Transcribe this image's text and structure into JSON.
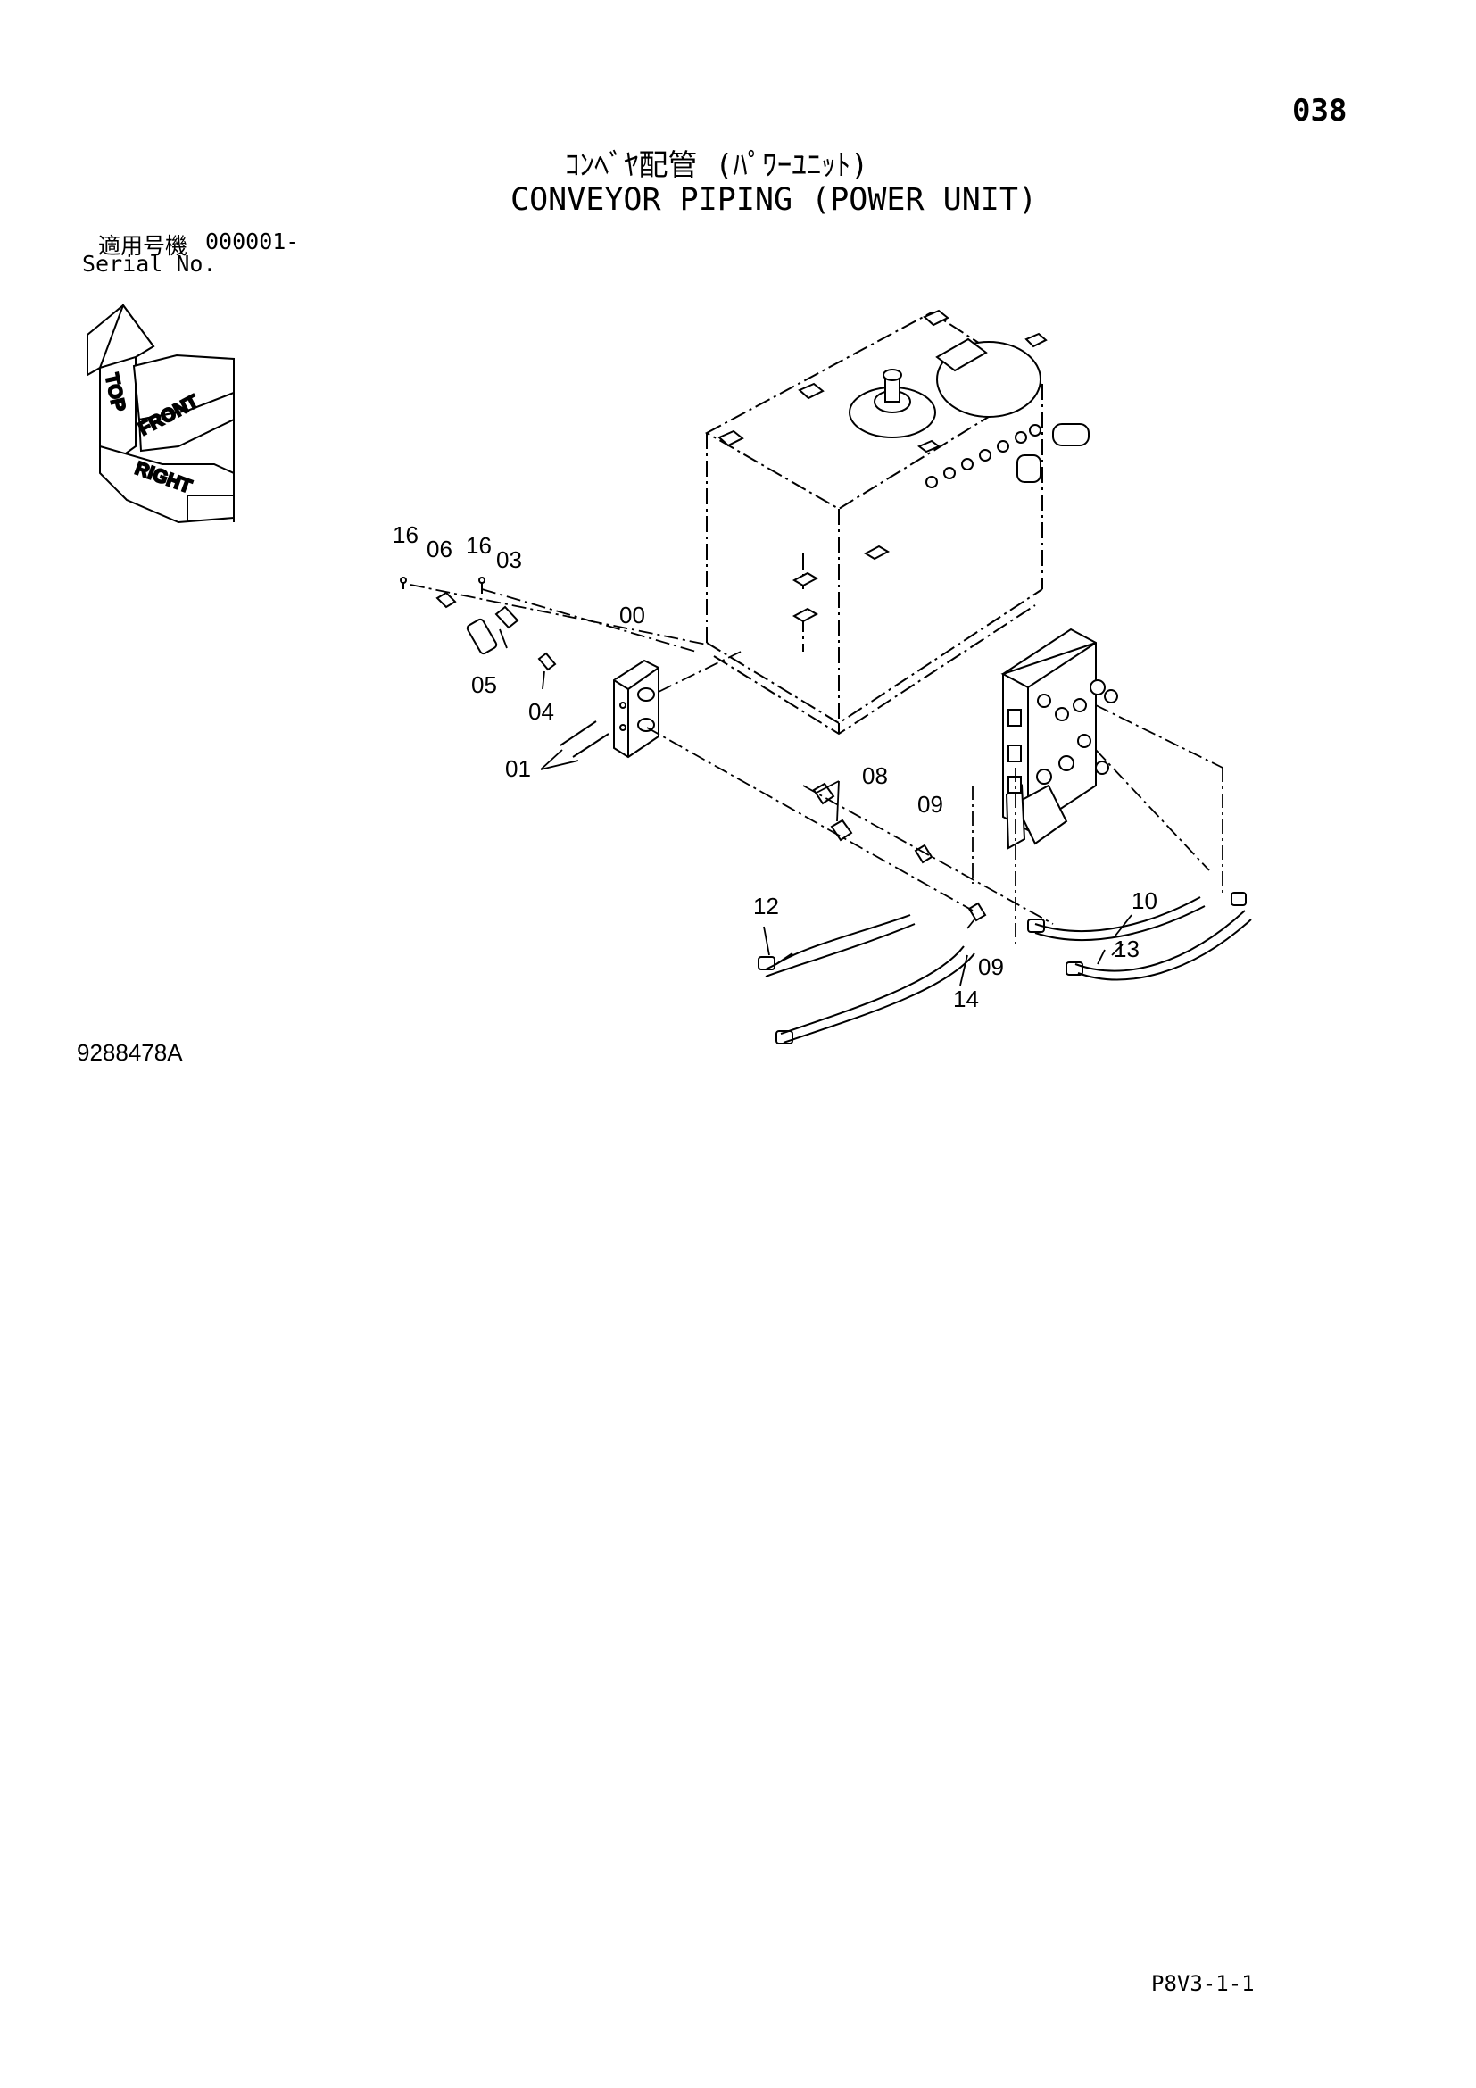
{
  "page_number": "038",
  "title_jp": "ｺﾝﾍﾞﾔ配管 (ﾊﾟﾜｰﾕﾆｯﾄ)",
  "title_en": "CONVEYOR PIPING (POWER UNIT)",
  "serial": {
    "label_jp": "適用号機",
    "value": "000001-",
    "label_en": "Serial No."
  },
  "direction_indicator": {
    "top": "TOP",
    "front": "FRONT",
    "right": "RIGHT"
  },
  "part_labels": {
    "p00": "00",
    "p01": "01",
    "p03": "03",
    "p04": "04",
    "p05": "05",
    "p06": "06",
    "p08": "08",
    "p09a": "09",
    "p09b": "09",
    "p10": "10",
    "p12": "12",
    "p13": "13",
    "p14": "14",
    "p16a": "16",
    "p16b": "16"
  },
  "drawing_number": "9288478A",
  "page_code": "P8V3-1-1"
}
